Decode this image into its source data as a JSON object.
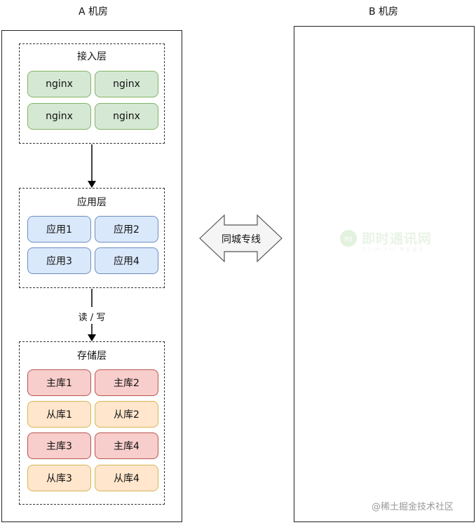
{
  "rooms": {
    "a": {
      "title": "A 机房"
    },
    "b": {
      "title": "B 机房"
    }
  },
  "access_layer": {
    "title": "接入层",
    "nodes": [
      "nginx",
      "nginx",
      "nginx",
      "nginx"
    ]
  },
  "app_layer": {
    "title": "应用层",
    "nodes": [
      "应用1",
      "应用2",
      "应用3",
      "应用4"
    ]
  },
  "storage_layer": {
    "title": "存储层",
    "nodes": [
      {
        "label": "主库1",
        "kind": "master"
      },
      {
        "label": "主库2",
        "kind": "master"
      },
      {
        "label": "从库1",
        "kind": "slave"
      },
      {
        "label": "从库2",
        "kind": "slave"
      },
      {
        "label": "主库3",
        "kind": "master"
      },
      {
        "label": "主库4",
        "kind": "master"
      },
      {
        "label": "从库3",
        "kind": "slave"
      },
      {
        "label": "从库4",
        "kind": "slave"
      }
    ]
  },
  "edges": {
    "app_to_storage_label": "读 / 写",
    "dedicated_line_label": "同城专线"
  },
  "colors": {
    "access": "#d5e8d4",
    "app": "#dae8fc",
    "master": "#f8cecc",
    "slave": "#ffe6cc"
  },
  "watermarks": {
    "brand": "即时通讯网",
    "brand_sub": "52im.net 专业通讯",
    "site": "@稀土掘金技术社区"
  }
}
